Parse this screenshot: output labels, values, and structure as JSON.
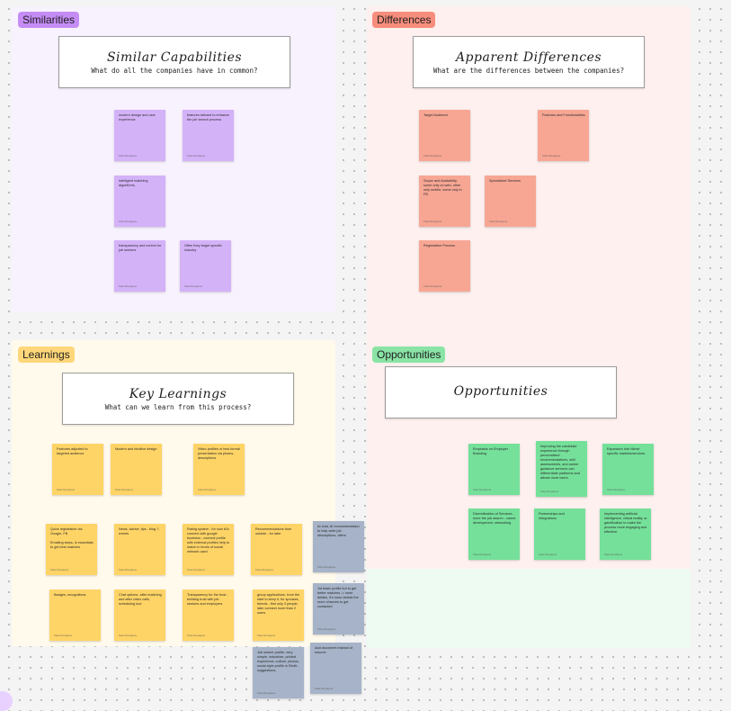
{
  "sections": {
    "similarities": {
      "tag": "Similarities",
      "title": "Similar Capabilities",
      "subtitle": "What do all the companies have in common?",
      "notes": [
        {
          "text": "modern design and user experience",
          "author": "Kaia Ahupapuu"
        },
        {
          "text": "features tailored to enhance the job search process",
          "author": "Kaia Ahupapuu"
        },
        {
          "text": "intelligent matching algorithms,",
          "author": "Kaia Ahupapuu"
        },
        {
          "text": "transparency and control for job seekers",
          "author": "Kaia Ahupapuu"
        },
        {
          "text": "Often they target specific industry",
          "author": "Kaia Ahupapuu"
        }
      ]
    },
    "differences": {
      "tag": "Differences",
      "title": "Apparent Differences",
      "subtitle": "What are the differences between the companies?",
      "notes": [
        {
          "text": "Target Audience",
          "author": "Kaia Ahupapuu"
        },
        {
          "text": "Features and Functionalities",
          "author": "Kaia Ahupapuu"
        },
        {
          "text": "Scope and Availability- some only on web, other only mobile, some only in FB",
          "author": "Kaia Ahupapuu"
        },
        {
          "text": "Specialized Services",
          "author": "Kaia Ahupapuu"
        },
        {
          "text": "Registration Process",
          "author": "Kaia Ahupapuu"
        }
      ]
    },
    "learnings": {
      "tag": "Learnings",
      "title": "Key Learnings",
      "subtitle": "What can we learn from this process?",
      "notes": [
        {
          "text": "Features adjusted to targeted audience",
          "author": "Kaia Ahupapuu"
        },
        {
          "text": "Modern and intuitive design",
          "author": "Kaia Ahupapuu"
        },
        {
          "text": "Video profiles or less formal presentation via photos, descriptions",
          "author": "Kaia Ahupapuu"
        },
        {
          "text": "Quick registration via Google, FB\n\nEmailing steps- is essentials to get best matches",
          "author": "Kaia Ahupapuu"
        },
        {
          "text": "News, advice, tips - blog ?, events",
          "author": "Kaia Ahupapuu"
        },
        {
          "text": "Rating system - for now b2c connect with google business ; connect profile with external profiles help to match in terms of social network used",
          "author": "Kaia Ahupapuu"
        },
        {
          "text": "Recommendations from outside - for later",
          "author": "Kaia Ahupapuu"
        },
        {
          "text": "Badges, recognitions",
          "author": "Kaia Ahupapuu"
        },
        {
          "text": "Chat options- after matching and after video calls, scheduling tool",
          "author": "Kaia Ahupapuu"
        },
        {
          "text": "Transparency for the trust - building trust with job seekers and employers",
          "author": "Kaia Ahupapuu"
        },
        {
          "text": "group applications- from the start to keep it, for spouses, friends - first only 2 people; later connect more than 2 users",
          "author": "Kaia Ahupapuu"
        }
      ]
    },
    "opportunities": {
      "tag": "Opportunities",
      "title": "Opportunities",
      "notes": [
        {
          "text": "Emphasis on Employer Branding",
          "author": "Kaia Ahupapuu"
        },
        {
          "text": "Improving the candidate experience through personalized recommendations, skill assessments, and career guidance services can differentiate platforms and attract more users.",
          "author": "Kaia Ahupapuu"
        },
        {
          "text": "Expansion into Niche/ specific markets/services",
          "author": "Kaia Ahupapuu"
        },
        {
          "text": "Diversification of Services - more the job search - career development, networking",
          "author": "Kaia Ahupapuu"
        },
        {
          "text": "Partnerships and Integrations",
          "author": "Kaia Ahupapuu"
        },
        {
          "text": "Implementing artificial intelligence, virtual reality, or gamification to make the process more engaging and effective.",
          "author": "Kaia Ahupapuu"
        }
      ]
    },
    "extra_notes": [
      {
        "text": "AI chat, AI recommendation to help write job descriptions, offers",
        "author": "Kaia Ahupapuu"
      },
      {
        "text": "1st basic profile but to get better matches -> more details, it's more details the more chances to get contacted",
        "author": "Kaia Ahupapuu"
      },
      {
        "text": "Job seeker profile- very simple, industries, printed experience, culture, photos, social style profile in Redit - suggestions,",
        "author": "Kaia Ahupapuu"
      },
      {
        "text": "Add document instead of resume",
        "author": "Kaia Ahupapuu"
      }
    ]
  },
  "colors": {
    "similarities_bg": "#f8f2fe",
    "similarities_tag": "#c58cf5",
    "differences_bg": "#fdf0ee",
    "differences_tag": "#f78d7c",
    "learnings_bg": "#fffaeb",
    "learnings_tag": "#ffd77a",
    "opportunities_bg": "#eefbf2",
    "opportunities_tag": "#8ae4a6"
  }
}
